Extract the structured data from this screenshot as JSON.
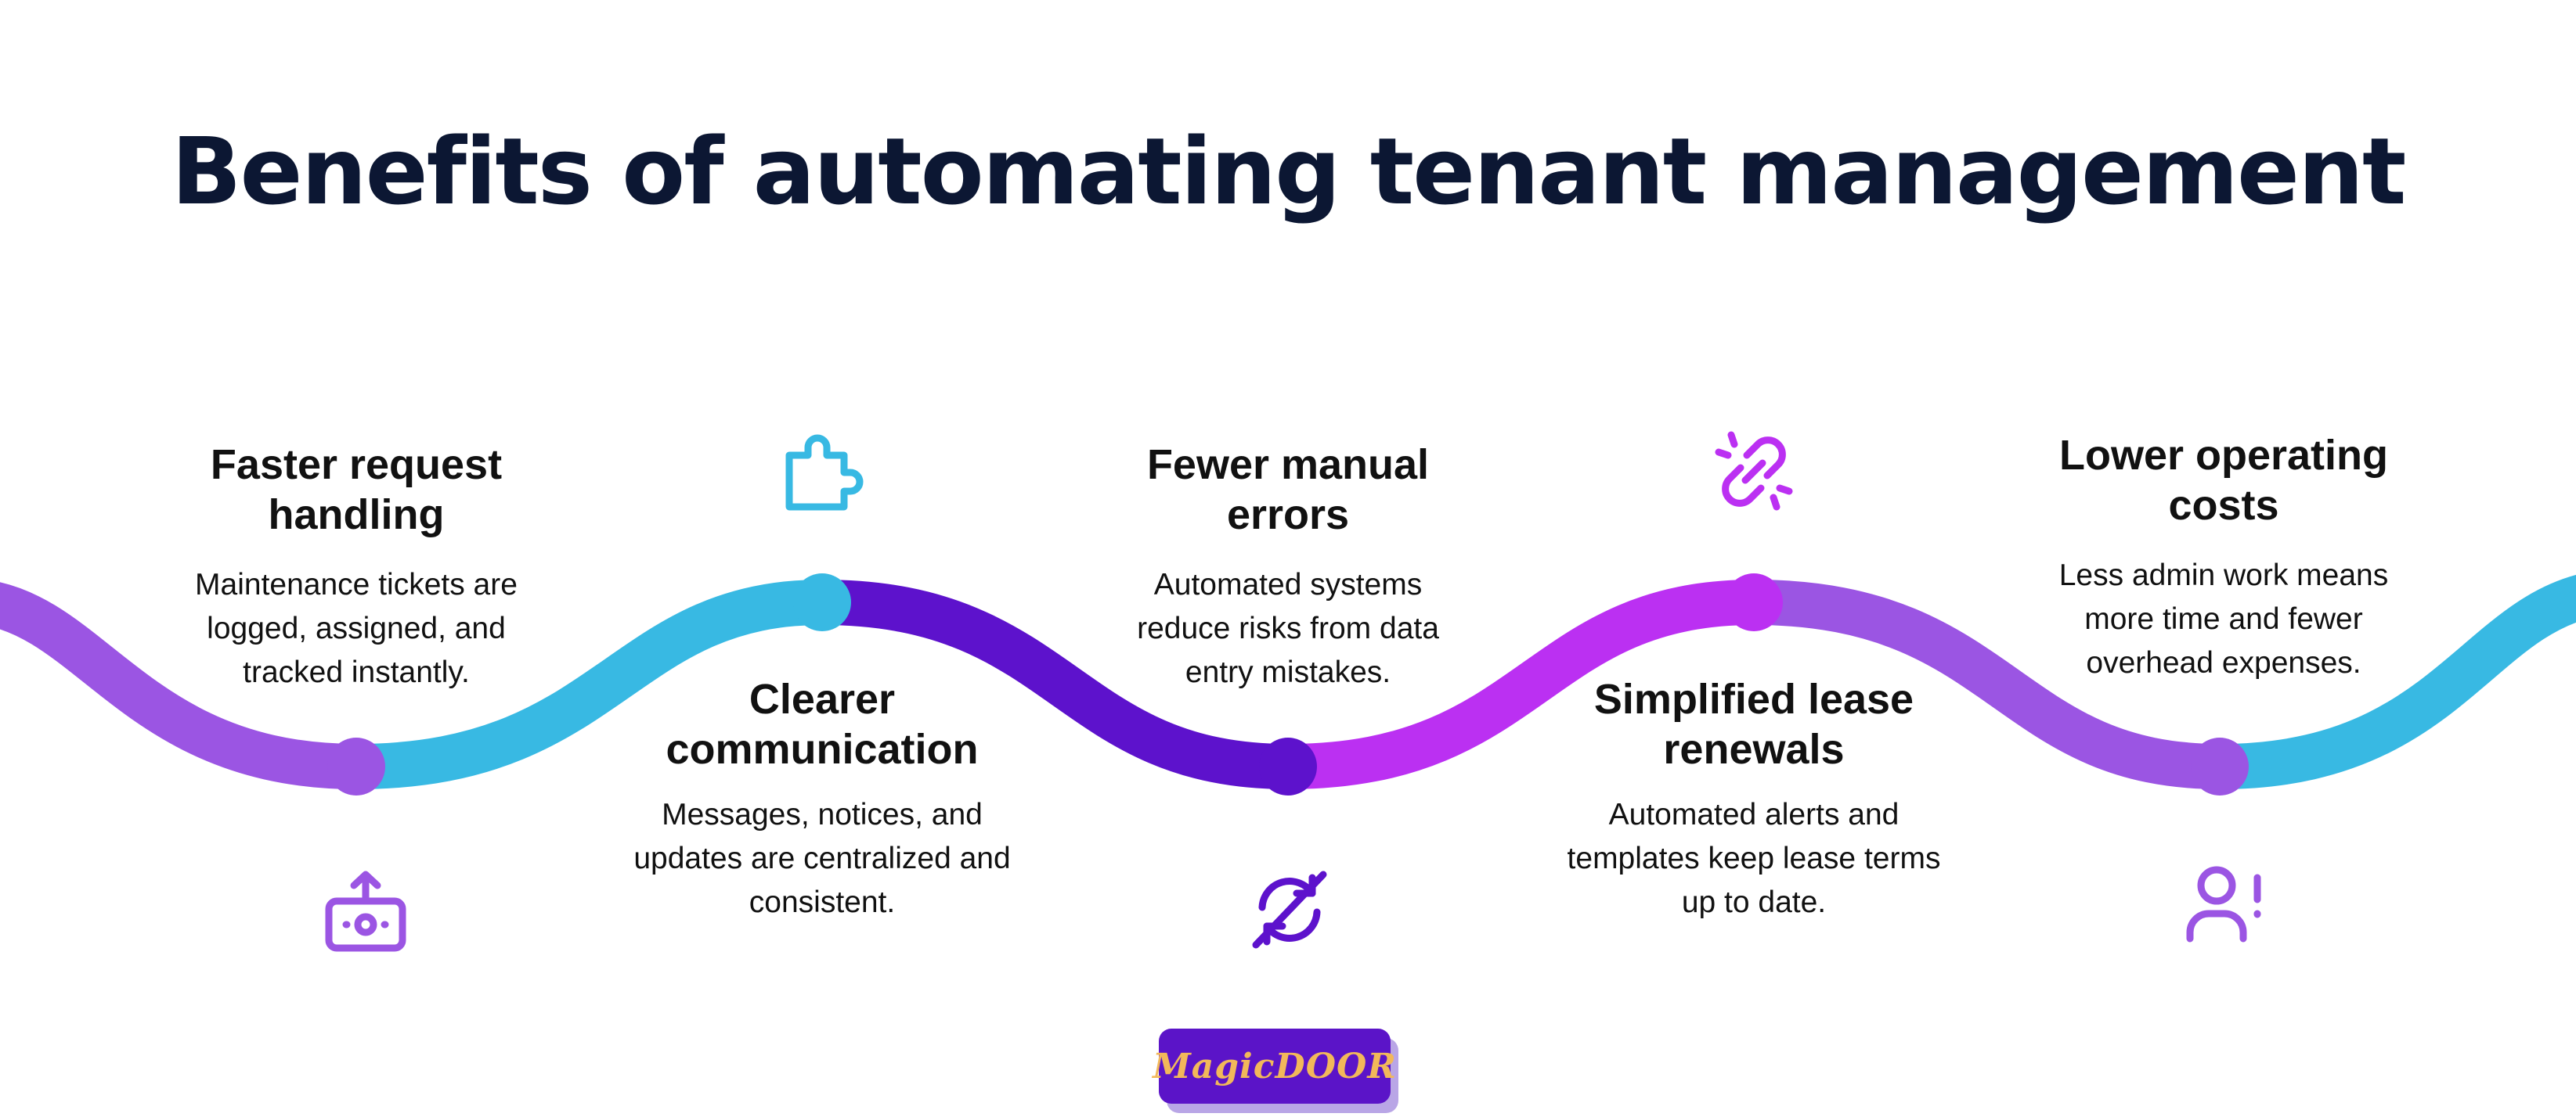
{
  "title": "Benefits of automating tenant management",
  "colors": {
    "title": "#0c1733",
    "violet": "#9b55e3",
    "cyan": "#38b9e3",
    "indigo": "#5d12cc",
    "magenta": "#bb30f2"
  },
  "steps": [
    {
      "heading": "Faster request handling",
      "heading_lines": [
        "Faster request",
        "handling"
      ],
      "description_lines": [
        "Maintenance tickets are",
        "logged, assigned, and",
        "tracked instantly."
      ],
      "icon": "money-upload-icon"
    },
    {
      "heading": "Clearer communication",
      "heading_lines": [
        "Clearer",
        "communication"
      ],
      "description_lines": [
        "Messages, notices, and",
        "updates are centralized and",
        "consistent."
      ],
      "icon": "puzzle-piece-icon"
    },
    {
      "heading": "Fewer manual errors",
      "heading_lines": [
        "Fewer manual",
        "errors"
      ],
      "description_lines": [
        "Automated systems",
        "reduce risks from data",
        "entry mistakes."
      ],
      "icon": "sync-off-icon"
    },
    {
      "heading": "Simplified lease renewals",
      "heading_lines": [
        "Simplified lease",
        "renewals"
      ],
      "description_lines": [
        "Automated alerts and",
        "templates keep lease terms",
        "up to date."
      ],
      "icon": "broken-link-icon"
    },
    {
      "heading": "Lower operating costs",
      "heading_lines": [
        "Lower operating",
        "costs"
      ],
      "description_lines": [
        "Less admin work means",
        "more time and fewer",
        "overhead expenses."
      ],
      "icon": "user-alert-icon"
    }
  ],
  "logo": {
    "text": "MagicDOOR"
  }
}
